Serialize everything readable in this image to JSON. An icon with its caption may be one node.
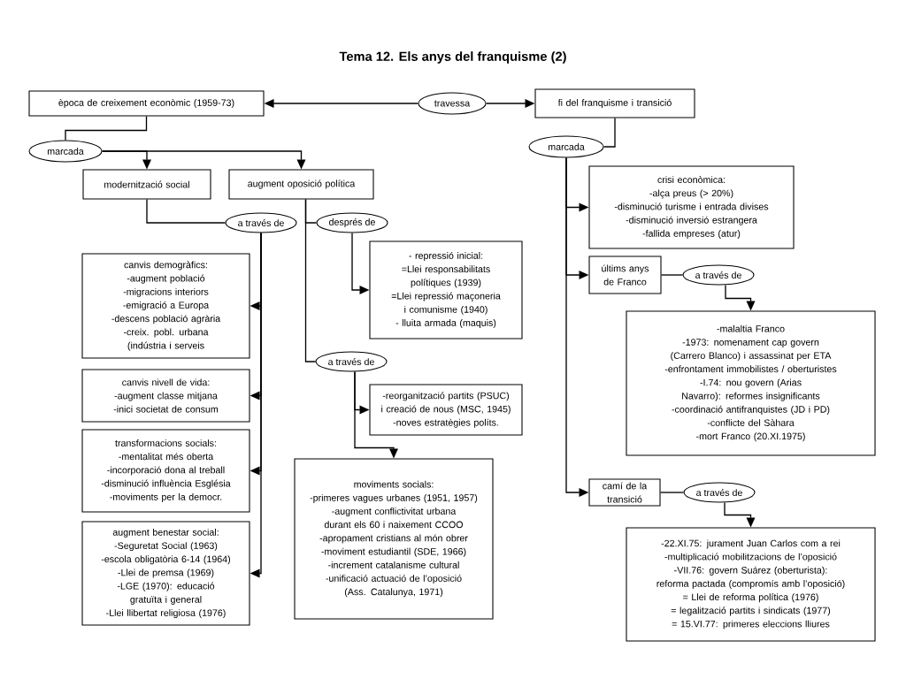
{
  "diagram": {
    "title": "Tema 12. Els anys del franquisme (2)",
    "nodes": [
      {
        "text": [
          "època de creixement econòmic (1959-73)"
        ]
      },
      {
        "text": [
          "travessa"
        ]
      },
      {
        "text": [
          "fi del franquisme i transició"
        ]
      },
      {
        "text": [
          "marcada"
        ]
      },
      {
        "text": [
          "modernització social"
        ]
      },
      {
        "text": [
          "augment oposició política"
        ]
      },
      {
        "text": [
          "a través de"
        ]
      },
      {
        "text": [
          "després de"
        ]
      },
      {
        "text": [
          "- repressió inicial:",
          "=Llei responsabilitats polítiques (1939)",
          "=Llei repressió maçoneria i comunisme (1940)",
          "- lluita armada (maquis)"
        ]
      },
      {
        "text": [
          "canvis demogràfics:",
          "-augment població",
          "-migracions interiors",
          "-emigració a Europa",
          "-descens població agrària",
          "-creix. pobl. urbana (indústria i serveis"
        ]
      },
      {
        "text": [
          "a través de"
        ]
      },
      {
        "text": [
          "-reorganització partits (PSUC) i creació de nous (MSC, 1945)",
          "-noves estratègies políts."
        ]
      },
      {
        "text": [
          "canvis nivell de vida:",
          "-augment classe mitjana",
          "-inici societat de consum"
        ]
      },
      {
        "text": [
          "transformacions socials:",
          "-mentalitat més oberta",
          "-incorporació dona al treball",
          "-disminució influència Església",
          "-moviments per la democr."
        ]
      },
      {
        "text": [
          "moviments socials:",
          "-primeres vagues urbanes (1951, 1957)",
          "-augment conflictivitat urbana durant els 60 i naixement CCOO",
          "-apropament cristians al món obrer",
          "-moviment estudiantil (SDE, 1966)",
          "-increment catalanisme cultural",
          "-unificació actuació de l’oposició (Ass. Catalunya, 1971)"
        ]
      },
      {
        "text": [
          "augment benestar social:",
          "-Seguretat Social (1963)",
          "-escola obligatòria 6-14 (1964)",
          "-Llei de premsa (1969)",
          "-LGE (1970): educació gratuïta i general",
          "-Llei llibertat religiosa (1976)"
        ]
      },
      {
        "text": [
          "marcada"
        ]
      },
      {
        "text": [
          "crisi econòmica:",
          "-alça preus (> 20%)",
          "-disminució turisme i entrada divises",
          "-disminució inversió estrangera",
          "-fallida empreses (atur)"
        ]
      },
      {
        "text": [
          "últims anys de Franco"
        ]
      },
      {
        "text": [
          "a través de"
        ]
      },
      {
        "text": [
          "-malaltia Franco",
          "-1973: nomenament cap govern (Carrero Blanco) i assassinat per ETA",
          "-enfrontament immobilistes / oberturistes",
          "-I.74: nou govern (Arias Navarro): reformes insignificants",
          "-coordinació antifranquistes (JD i PD)",
          "-conflicte del Sàhara",
          "-mort Franco (20.XI.1975)"
        ]
      },
      {
        "text": [
          "camí de la transició"
        ]
      },
      {
        "text": [
          "a través de"
        ]
      },
      {
        "text": [
          "-22.XI.75: jurament Juan Carlos com a rei",
          "-multiplicació mobilitzacions de l’oposició",
          "-VII.76: govern Suárez (oberturista): reforma pactada (compromís amb l’oposició)",
          "= Llei de reforma política (1976)",
          "= legalització partits i sindicats (1977)",
          "= 15.VI.77: primeres eleccions lliures"
        ]
      }
    ],
    "edges": [
      {
        "from": 1,
        "to": 0,
        "arrow": "to"
      },
      {
        "from": 1,
        "to": 2,
        "arrow": "to"
      },
      {
        "from": 0,
        "to": 3,
        "arrow": "none"
      },
      {
        "from": 3,
        "to": 4,
        "arrow": "to"
      },
      {
        "from": 3,
        "to": 5,
        "arrow": "to"
      },
      {
        "from": 4,
        "to": 6,
        "arrow": "none"
      },
      {
        "from": 6,
        "to": 9,
        "arrow": "to"
      },
      {
        "from": 6,
        "to": 12,
        "arrow": "to"
      },
      {
        "from": 6,
        "to": 13,
        "arrow": "to"
      },
      {
        "from": 6,
        "to": 15,
        "arrow": "to"
      },
      {
        "from": 5,
        "to": 7,
        "arrow": "none"
      },
      {
        "from": 5,
        "to": 10,
        "arrow": "none"
      },
      {
        "from": 7,
        "to": 8,
        "arrow": "to"
      },
      {
        "from": 10,
        "to": 11,
        "arrow": "to"
      },
      {
        "from": 10,
        "to": 14,
        "arrow": "to"
      },
      {
        "from": 2,
        "to": 16,
        "arrow": "none"
      },
      {
        "from": 16,
        "to": 17,
        "arrow": "to"
      },
      {
        "from": 16,
        "to": 18,
        "arrow": "to"
      },
      {
        "from": 16,
        "to": 21,
        "arrow": "to"
      },
      {
        "from": 18,
        "to": 19,
        "arrow": "none"
      },
      {
        "from": 19,
        "to": 20,
        "arrow": "to"
      },
      {
        "from": 21,
        "to": 22,
        "arrow": "none"
      },
      {
        "from": 22,
        "to": 23,
        "arrow": "to"
      }
    ]
  }
}
